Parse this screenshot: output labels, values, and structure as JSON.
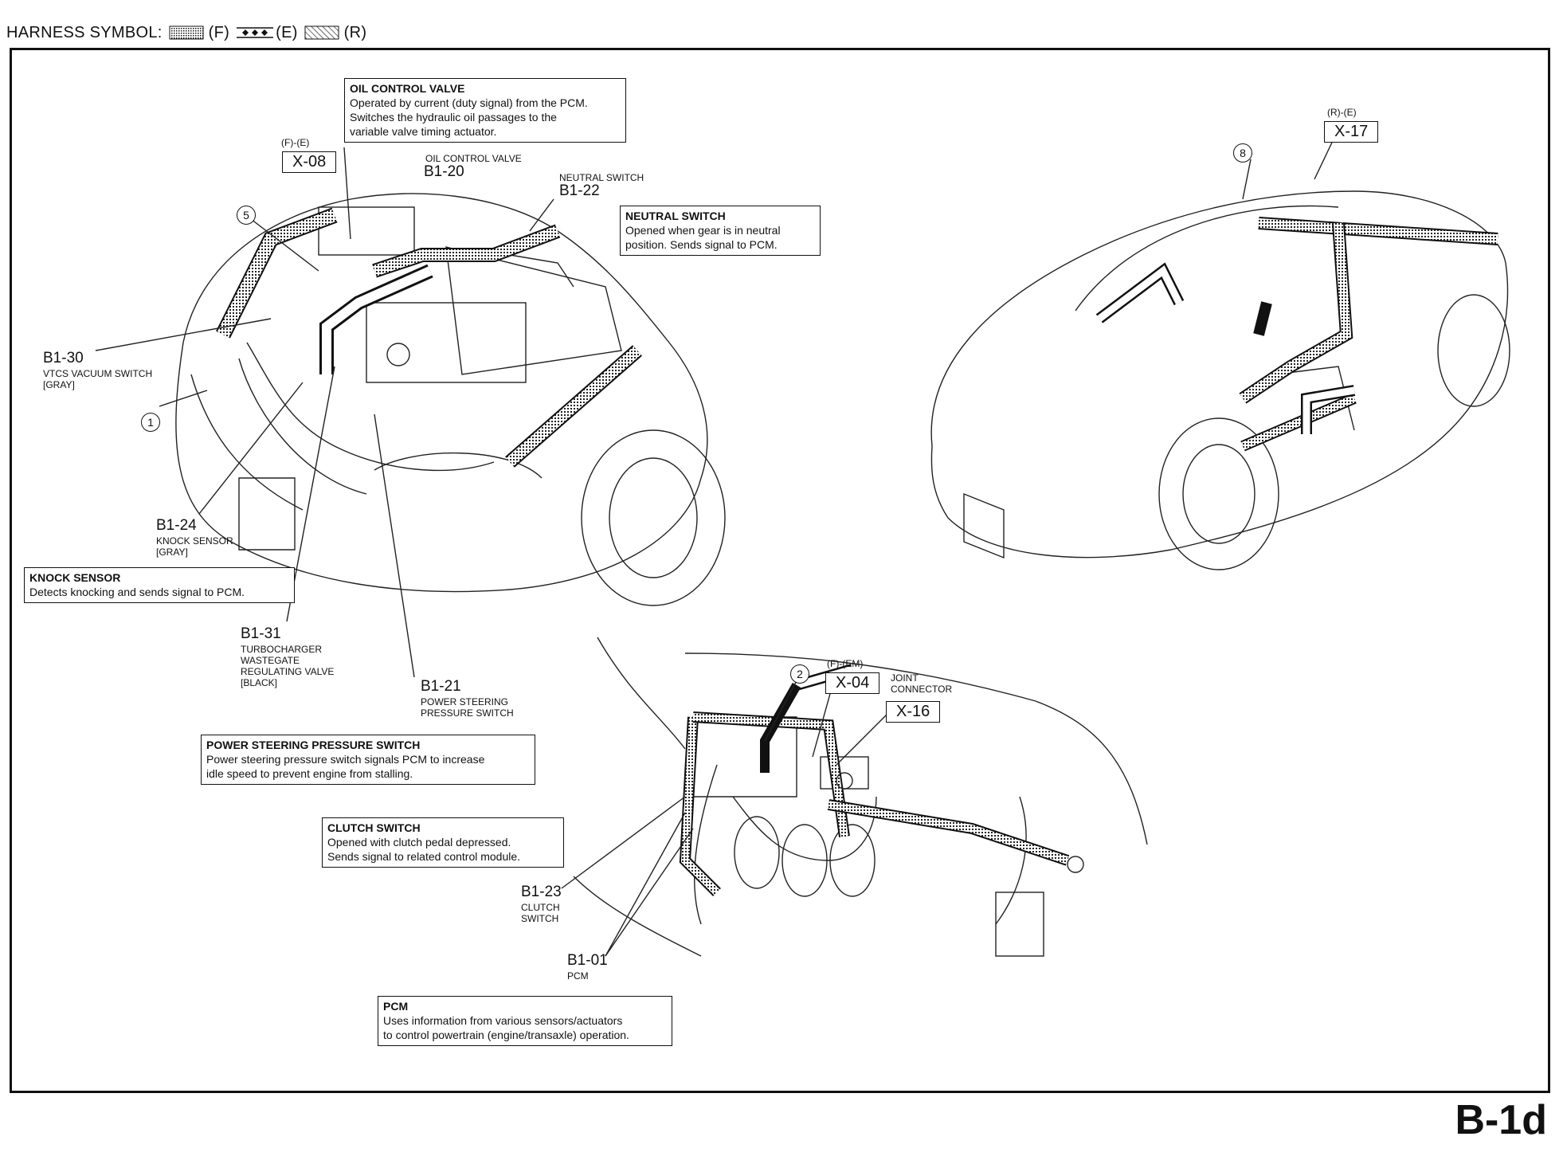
{
  "header": {
    "harness_label": "HARNESS SYMBOL:",
    "symbols": [
      {
        "icon": "dotted-hatch-harness-icon",
        "label": "(F)"
      },
      {
        "icon": "diamond-chain-harness-icon",
        "label": "(E)"
      },
      {
        "icon": "diagonal-hatch-harness-icon",
        "label": "(R)"
      }
    ]
  },
  "page_id": "B-1d",
  "connectors": {
    "x08": {
      "tag": "(F)-(E)",
      "code": "X-08"
    },
    "x17": {
      "tag": "(R)-(E)",
      "code": "X-17"
    },
    "x04": {
      "tag": "(F)-(EM)",
      "code": "X-04"
    },
    "x16": {
      "tag": "JOINT\nCONNECTOR",
      "code": "X-16"
    }
  },
  "callouts": [
    "5",
    "1",
    "8",
    "2"
  ],
  "parts": {
    "b1_20": {
      "caption": "OIL CONTROL VALVE",
      "code": "B1-20"
    },
    "b1_22": {
      "caption": "NEUTRAL SWITCH",
      "code": "B1-22"
    },
    "b1_30": {
      "code": "B1-30",
      "desc1": "VTCS VACUUM SWITCH",
      "desc2": "[GRAY]"
    },
    "b1_24": {
      "code": "B1-24",
      "desc1": "KNOCK SENSOR",
      "desc2": "[GRAY]"
    },
    "b1_31": {
      "code": "B1-31",
      "desc1": "TURBOCHARGER",
      "desc2": "WASTEGATE",
      "desc3": "REGULATING VALVE",
      "desc4": "[BLACK]"
    },
    "b1_21": {
      "code": "B1-21",
      "desc1": "POWER STEERING",
      "desc2": "PRESSURE SWITCH"
    },
    "b1_23": {
      "code": "B1-23",
      "desc1": "CLUTCH",
      "desc2": "SWITCH"
    },
    "b1_01": {
      "code": "B1-01",
      "desc1": "PCM"
    }
  },
  "info_boxes": {
    "oil_control_valve": {
      "title": "OIL CONTROL VALVE",
      "l1": "Operated by current (duty signal) from the PCM.",
      "l2": "Switches the hydraulic oil passages  to the",
      "l3": "variable valve timing actuator."
    },
    "neutral_switch": {
      "title": "NEUTRAL SWITCH",
      "l1": "Opened when gear is in neutral",
      "l2": "position. Sends signal to PCM."
    },
    "knock_sensor": {
      "title": "KNOCK SENSOR",
      "l1": "Detects knocking and sends signal to PCM."
    },
    "power_steering": {
      "title": "POWER STEERING PRESSURE SWITCH",
      "l1": "Power steering pressure switch signals PCM to increase",
      "l2": "idle speed to prevent engine from stalling."
    },
    "clutch_switch": {
      "title": "CLUTCH SWITCH",
      "l1": "Opened with clutch pedal depressed.",
      "l2": "Sends signal to related control module."
    },
    "pcm": {
      "title": "PCM",
      "l1": "Uses information from various sensors/actuators",
      "l2": "to control powertrain (engine/transaxle) operation."
    }
  }
}
